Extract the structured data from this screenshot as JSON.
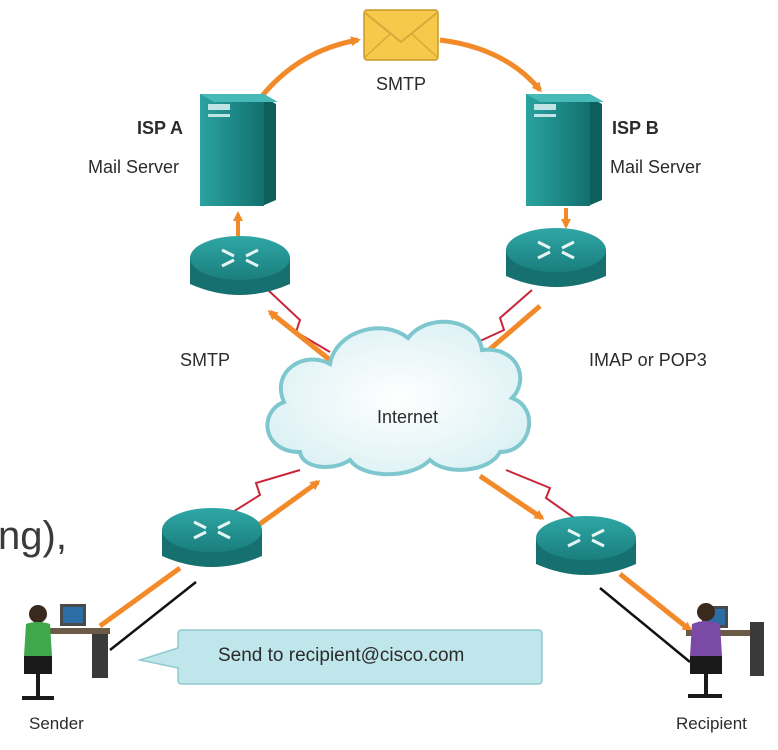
{
  "labels": {
    "smtp_top": "SMTP",
    "isp_a": "ISP A",
    "isp_a_role": "Mail Server",
    "isp_b": "ISP B",
    "isp_b_role": "Mail Server",
    "smtp_left": "SMTP",
    "imap_pop3": "IMAP or POP3",
    "internet": "Internet",
    "sender": "Sender",
    "recipient": "Recipient",
    "callout": "Send to recipient@cisco.com",
    "partial_text": "ng),"
  },
  "colors": {
    "server_teal": "#1f8f8c",
    "router_teal": "#228f8e",
    "arrow_orange": "#f28a2a",
    "wan_red": "#c9263a",
    "cloud_outline": "#7fc7cf",
    "callout_fill": "#bfe6ea",
    "envelope": "#f6c94a"
  },
  "icons": [
    "envelope-icon",
    "server-icon",
    "router-icon",
    "cloud-icon",
    "user-workstation-icon"
  ]
}
